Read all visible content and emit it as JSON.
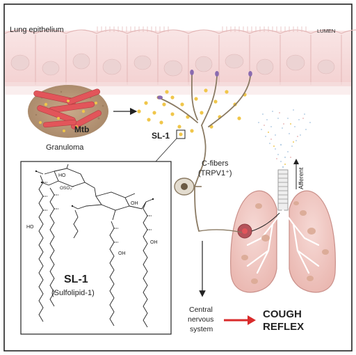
{
  "labels": {
    "epithelium": "Lung epithelium",
    "lumen": "LUMEN",
    "mtb": "Mtb",
    "granuloma": "Granuloma",
    "sl1_small": "SL-1",
    "cfibers": "C-fibers",
    "trpv1": "(TRPV1⁺)",
    "afferent": "Afferent",
    "central1": "Central",
    "central2": "nervous",
    "central3": "system",
    "cough1": "COUGH",
    "cough2": "REFLEX",
    "sl1_big": "SL-1",
    "sulfolipid": "(Sulfolipid-1)",
    "chem_ho1": "HO",
    "chem_oso3": "OSO₃⁻",
    "chem_oh1": "OH",
    "chem_ho_left": "HO",
    "chem_oh2": "OH",
    "chem_oh3": "OH"
  },
  "colors": {
    "epithelium_fill": "#f7dede",
    "epithelium_stroke": "#e3b7b7",
    "nucleus": "#e8d0d0",
    "mtb": "#e2555a",
    "granuloma": "#b89a7a",
    "sl1_dot": "#f0c64a",
    "nerve": "#8a7a63",
    "lung": "#f1c8c3",
    "lung_stroke": "#c98f89",
    "arrow_red": "#d92b2b"
  }
}
